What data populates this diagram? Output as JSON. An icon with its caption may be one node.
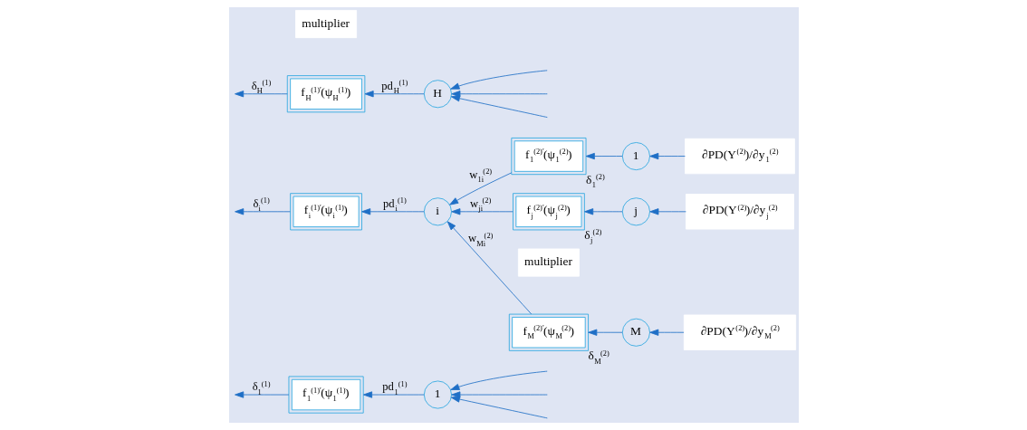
{
  "diagram": {
    "nodes": [
      {
        "text": [
          "f$_{1}$$^{(1)′}$(ψ$_{1}$$^{(1)}$)"
        ]
      },
      {
        "text": [
          "1"
        ]
      },
      {
        "text": [
          "f$_{i}$$^{(1)′}$(ψ$_{i}$$^{(1)}$)"
        ]
      },
      {
        "text": [
          "i"
        ]
      },
      {
        "text": [
          "f$_{H}$$^{(1)′}$(ψ$_{H}$$^{(1)}$)"
        ]
      },
      {
        "text": [
          "H"
        ]
      },
      {
        "text": [
          "f$_{1}$$^{(2)′}$(ψ$_{1}$$^{(2)}$)"
        ],
        "beside": [
          "δ$_{1}$$^{(2)}$"
        ]
      },
      {
        "text": [
          "1"
        ]
      },
      {
        "text": [
          "∂PD(Y$^{(2)}$)/∂y$_{1}$$^{(2)}$"
        ]
      },
      {
        "text": [
          "f$_{j}$$^{(2)′}$(ψ$_{j}$$^{(2)}$)"
        ],
        "beside": [
          "δ$_{j}$$^{(2)}$"
        ]
      },
      {
        "text": [
          "j"
        ]
      },
      {
        "text": [
          "∂PD(Y$^{(2)}$)/∂y$_{j}$$^{(2)}$"
        ]
      },
      {
        "text": [
          "f$_{M}$$^{(2)′}$(ψ$_{M}$$^{(2)}$)"
        ],
        "beside": [
          "δ$_{M}$$^{(2)}$"
        ]
      },
      {
        "text": [
          "M"
        ]
      },
      {
        "text": [
          "∂PD(Y$^{(2)}$)/∂y$_{M}$$^{(2)}$"
        ]
      }
    ],
    "edges": [
      {
        "from": 0,
        "to": null,
        "arrow": "to",
        "label": "δ$_{1}$$^{(1)}$"
      },
      {
        "from": 1,
        "to": 0,
        "arrow": "to",
        "label": "pd$_{1}$$^{(1)}$"
      },
      {
        "from": null,
        "to": 1,
        "arrow": "to"
      },
      {
        "from": null,
        "to": 1,
        "arrow": "to"
      },
      {
        "from": null,
        "to": 1,
        "arrow": "to"
      },
      {
        "from": 2,
        "to": null,
        "arrow": "to",
        "label": "δ$_{i}$$^{(1)}$"
      },
      {
        "from": 3,
        "to": 2,
        "arrow": "to",
        "label": "pd$_{i}$$^{(1)}$"
      },
      {
        "from": 4,
        "to": null,
        "arrow": "to",
        "label": "δ$_{H}$$^{(1)}$"
      },
      {
        "from": 5,
        "to": 4,
        "arrow": "to",
        "label": "pd$_{H}$$^{(1)}$"
      },
      {
        "from": null,
        "to": 5,
        "arrow": "to"
      },
      {
        "from": null,
        "to": 5,
        "arrow": "to"
      },
      {
        "from": null,
        "to": 5,
        "arrow": "to"
      },
      {
        "from": 8,
        "to": 7,
        "arrow": "to"
      },
      {
        "from": 7,
        "to": 6,
        "arrow": "to"
      },
      {
        "from": 6,
        "to": 3,
        "arrow": "to",
        "label": "w$_{1i}$$^{(2)}$"
      },
      {
        "from": 11,
        "to": 10,
        "arrow": "to"
      },
      {
        "from": 10,
        "to": 9,
        "arrow": "to"
      },
      {
        "from": 9,
        "to": 3,
        "arrow": "to",
        "label": "w$_{ji}$$^{(2)}$"
      },
      {
        "from": 14,
        "to": 13,
        "arrow": "to"
      },
      {
        "from": 13,
        "to": 12,
        "arrow": "to"
      },
      {
        "from": 12,
        "to": 3,
        "arrow": "to",
        "label": "w$_{Mi}$$^{(2)}$"
      }
    ],
    "labels": [
      "multiplier",
      "multiplier"
    ]
  }
}
